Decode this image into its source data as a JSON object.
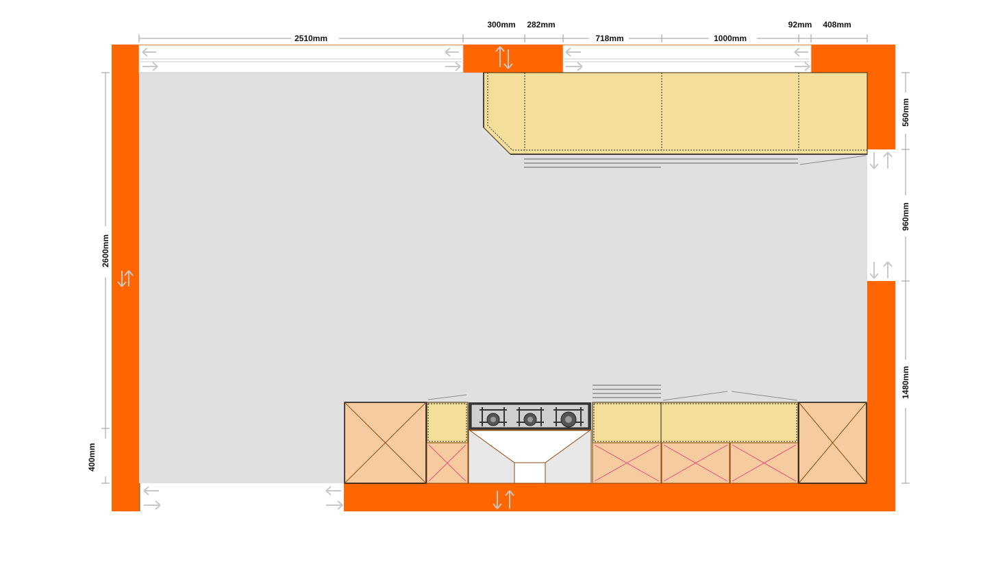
{
  "plan": {
    "dimensions_top": [
      "2510mm",
      "300mm",
      "282mm",
      "718mm",
      "1000mm",
      "92mm",
      "408mm"
    ],
    "dimensions_right": [
      "560mm",
      "960mm",
      "1480mm"
    ],
    "dimensions_left": [
      "2600mm",
      "400mm"
    ]
  },
  "colors": {
    "wall": "#ff6600",
    "floor": "#e0e0e0",
    "wall_cabinet": "#f3df9a",
    "base_cabinet": "#f7cba0",
    "cross_pink": "#e0507a"
  },
  "icons": [
    "swap-arrows-icon",
    "gas-burner-icon",
    "sink-icon",
    "tall-cabinet-cross-icon"
  ]
}
